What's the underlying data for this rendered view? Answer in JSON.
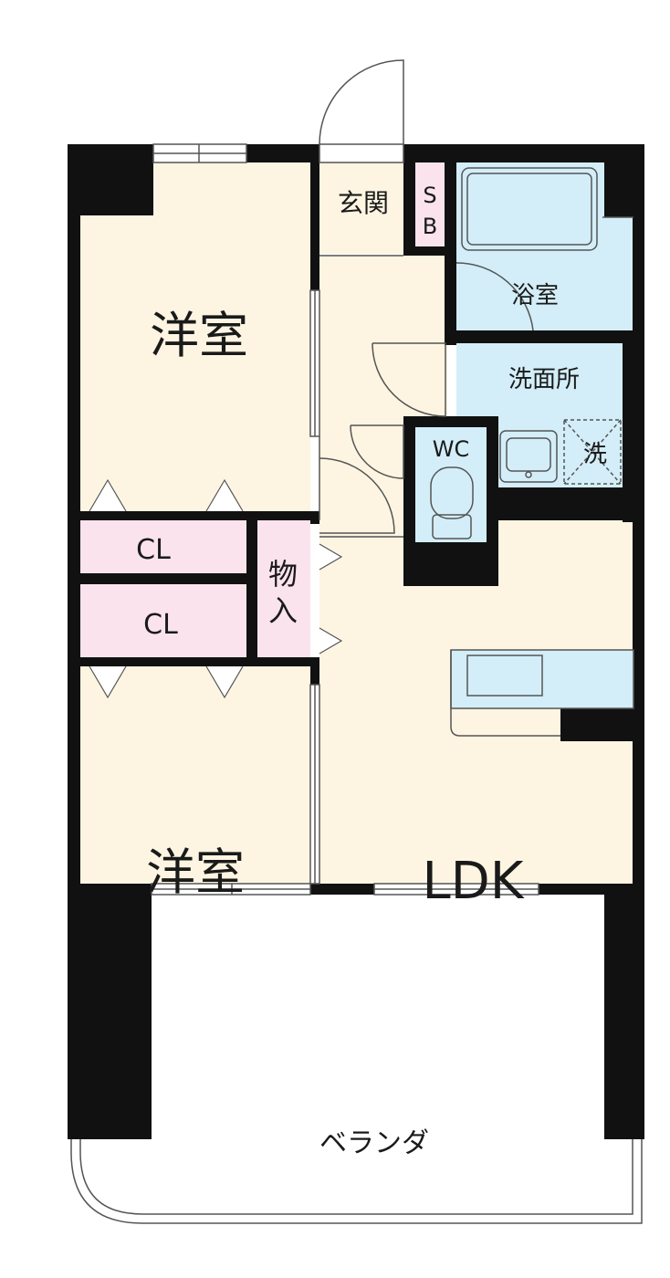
{
  "rooms": {
    "western_room_top": "洋室",
    "western_room_bottom": "洋室",
    "ldk": "LDK",
    "entrance": "玄関",
    "shoe_box_s": "S",
    "shoe_box_b": "B",
    "bathroom": "浴室",
    "washroom": "洗面所",
    "toilet": "WC",
    "washer": "洗",
    "closet_1": "CL",
    "closet_2": "CL",
    "storage_1": "物",
    "storage_2": "入",
    "balcony": "ベランダ"
  },
  "colors": {
    "room_fill": "#fdf5e2",
    "wet_fill": "#d3eef8",
    "closet_fill": "#fae3ec",
    "wall": "#111111",
    "line": "#555555"
  }
}
